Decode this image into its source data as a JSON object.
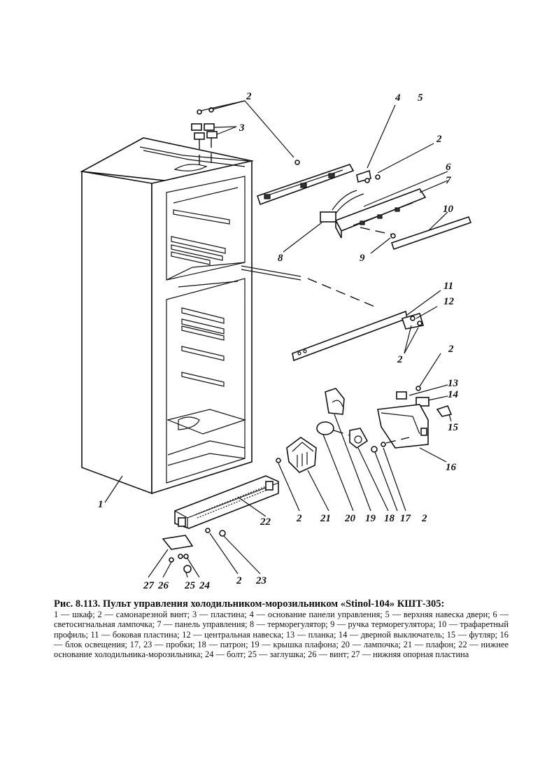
{
  "figure": {
    "labels": [
      {
        "id": "l1",
        "text": "1"
      },
      {
        "id": "l2a",
        "text": "2"
      },
      {
        "id": "l3",
        "text": "3"
      },
      {
        "id": "l4",
        "text": "4"
      },
      {
        "id": "l5",
        "text": "5"
      },
      {
        "id": "l2b",
        "text": "2"
      },
      {
        "id": "l6",
        "text": "6"
      },
      {
        "id": "l7",
        "text": "7"
      },
      {
        "id": "l10",
        "text": "10"
      },
      {
        "id": "l8",
        "text": "8"
      },
      {
        "id": "l9",
        "text": "9"
      },
      {
        "id": "l11",
        "text": "11"
      },
      {
        "id": "l12",
        "text": "12"
      },
      {
        "id": "l2c",
        "text": "2"
      },
      {
        "id": "l2d",
        "text": "2"
      },
      {
        "id": "l13",
        "text": "13"
      },
      {
        "id": "l14",
        "text": "14"
      },
      {
        "id": "l15",
        "text": "15"
      },
      {
        "id": "l16",
        "text": "16"
      },
      {
        "id": "l2e",
        "text": "2"
      },
      {
        "id": "l21",
        "text": "21"
      },
      {
        "id": "l20",
        "text": "20"
      },
      {
        "id": "l19",
        "text": "19"
      },
      {
        "id": "l18",
        "text": "18"
      },
      {
        "id": "l17",
        "text": "17"
      },
      {
        "id": "l2f",
        "text": "2"
      },
      {
        "id": "l22",
        "text": "22"
      },
      {
        "id": "l27",
        "text": "27"
      },
      {
        "id": "l26",
        "text": "26"
      },
      {
        "id": "l25",
        "text": "25"
      },
      {
        "id": "l24",
        "text": "24"
      },
      {
        "id": "l2g",
        "text": "2"
      },
      {
        "id": "l23",
        "text": "23"
      }
    ]
  },
  "caption": {
    "title": "Рис. 8.113. Пульт управления холодильником-морозильником «Stinol-104» КШТ-305:",
    "body": "1 — шкаф; 2 — самонарезной винт; 3 — пластина; 4 — основание панели управления; 5 — верхняя навеска двери; 6 — светосигнальная лампочка; 7 — панель управления; 8 — терморегулятор; 9 — ручка терморегулятора; 10 — трафаретный профиль; 11 — боковая пластина; 12 — центральная навеска; 13 — планка; 14 — дверной выключатель; 15 — футляр; 16 — блок освещения; 17, 23 — пробки; 18 — патрон; 19 — крышка плафона; 20 — лампочка; 21 — плафон; 22 — нижнее основание холодильника-морозильника; 24 — болт; 25 — заглушка; 26 — винт; 27 — нижняя опорная пластина"
  }
}
